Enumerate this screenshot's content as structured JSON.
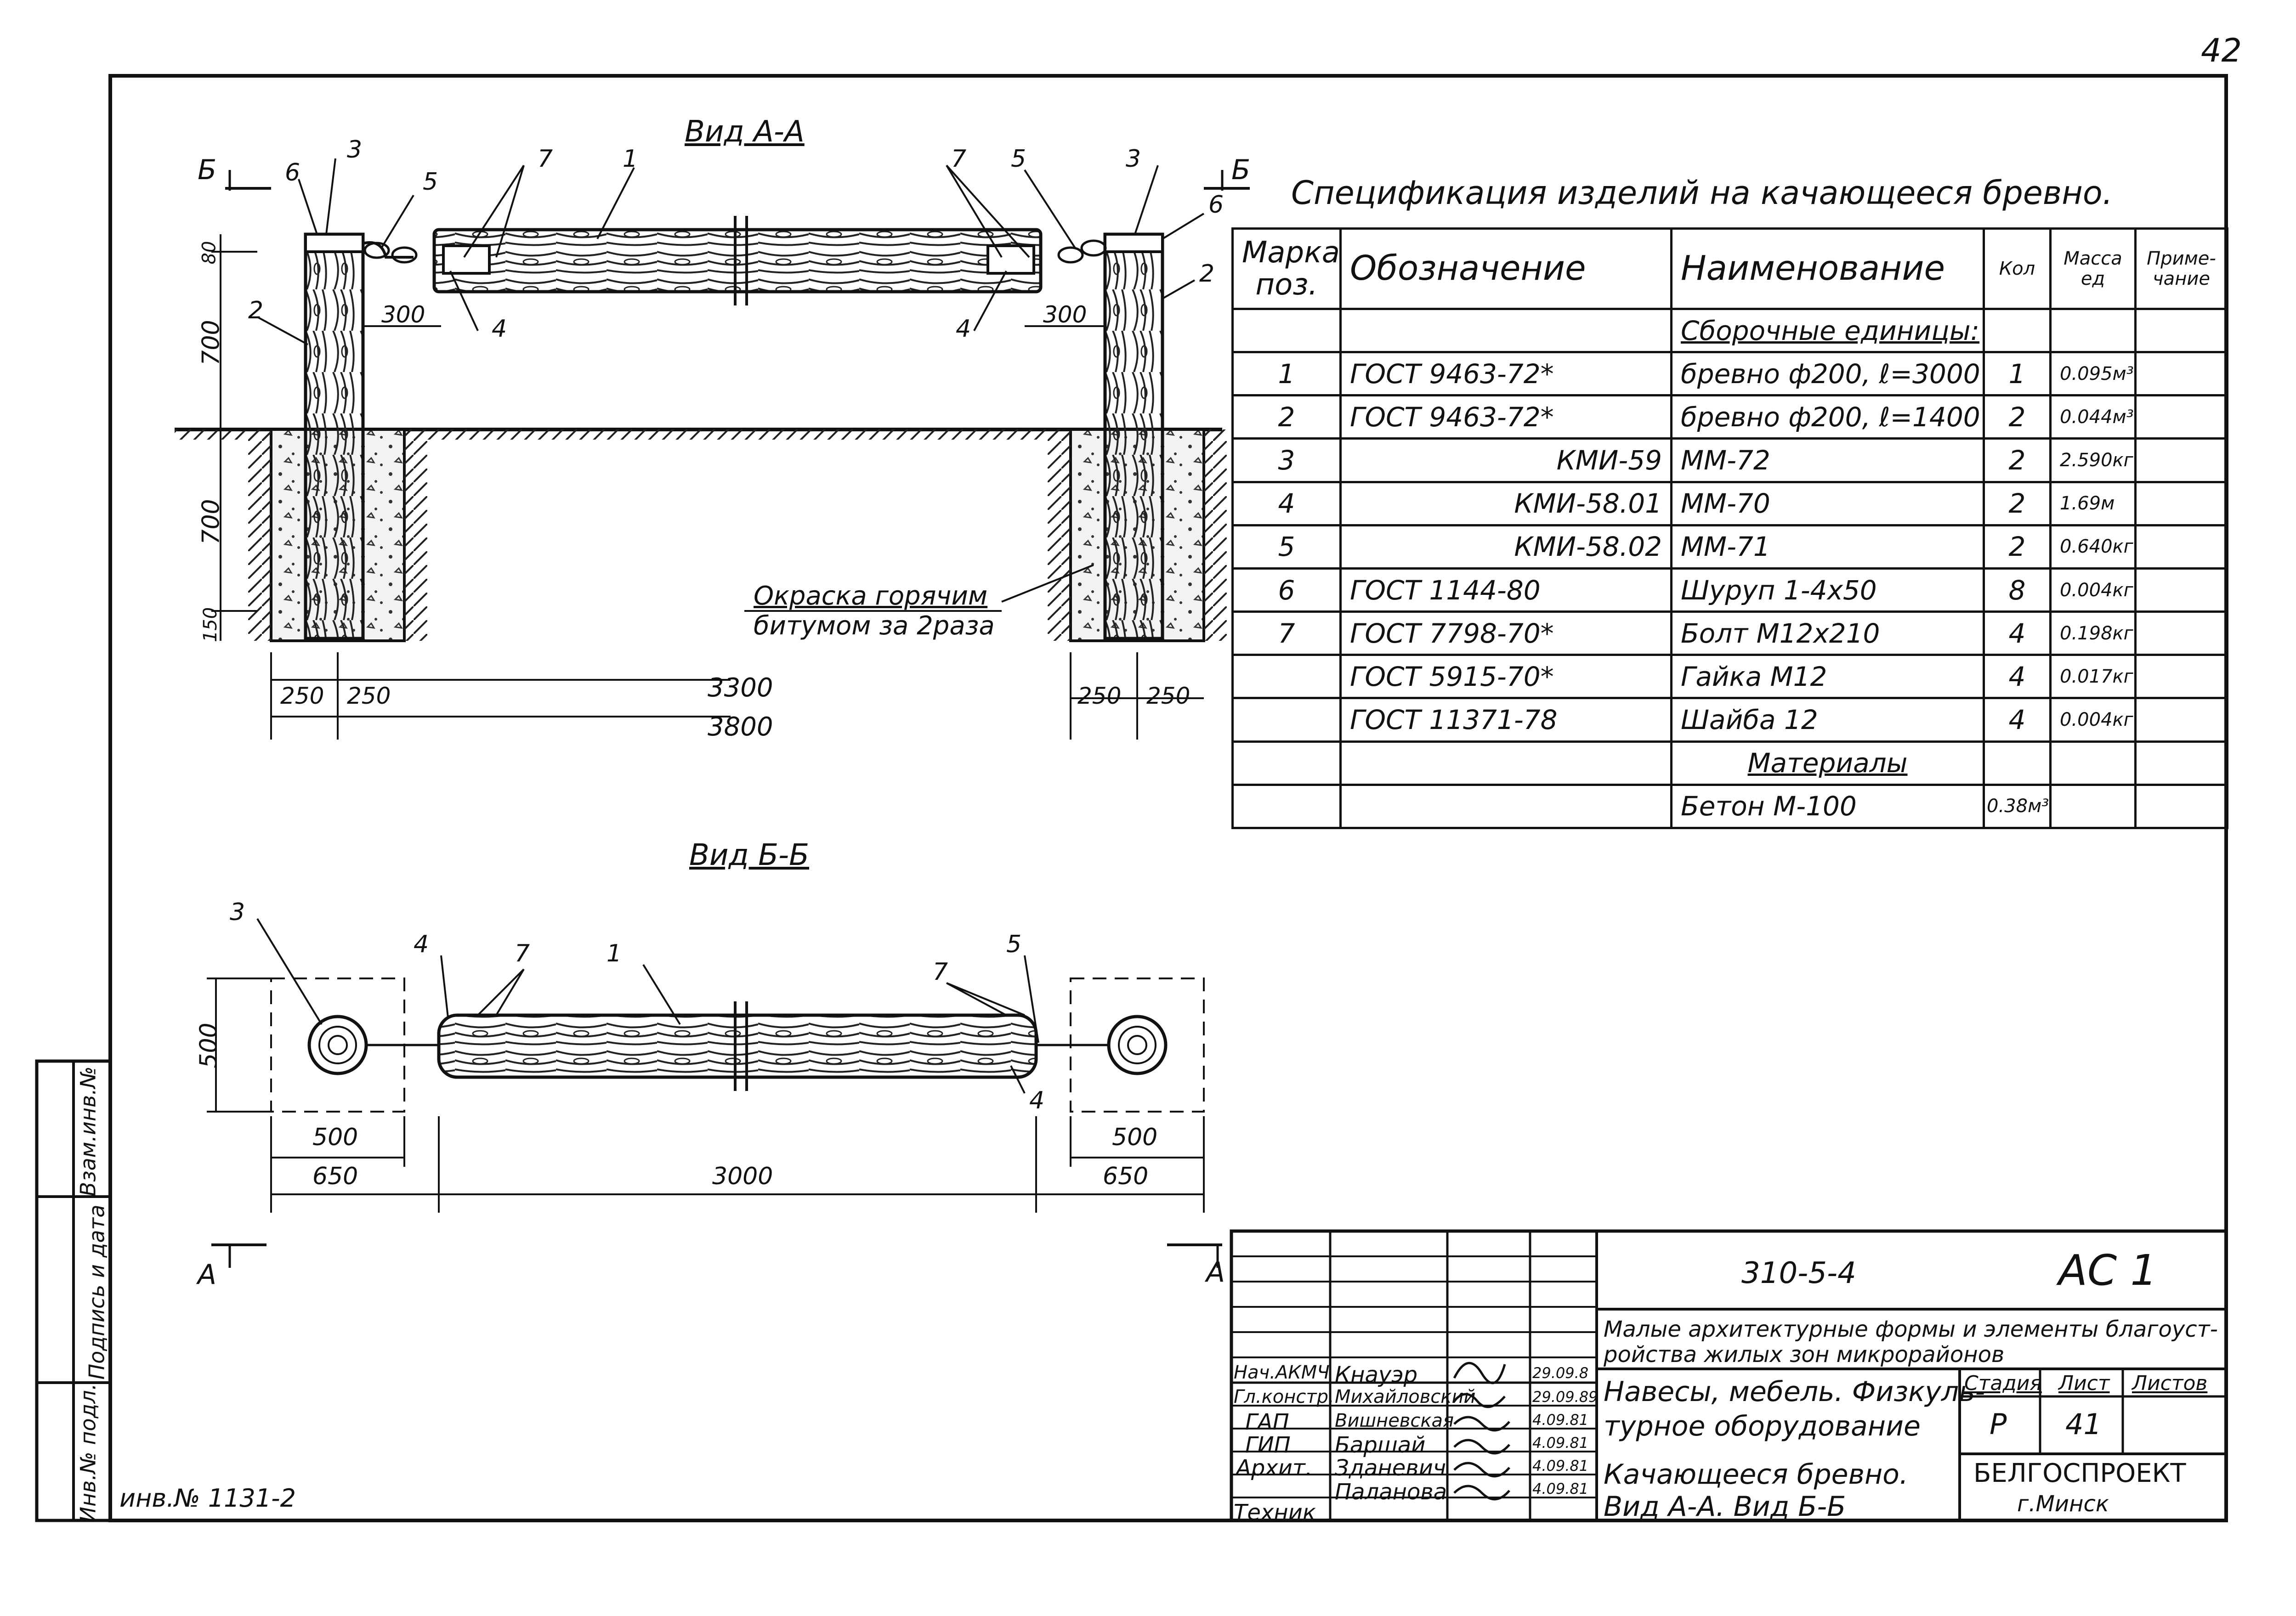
{
  "sheet_number": "42",
  "views": {
    "aa_title": "Вид А-А",
    "bb_title": "Вид Б-Б",
    "section_letters": {
      "b": "Б",
      "a": "А"
    },
    "aa_dims": {
      "d80": "80",
      "d700a": "700",
      "d700b": "700",
      "d150": "150",
      "d300l": "300",
      "d300r": "300",
      "d250a": "250",
      "d250b": "250",
      "d250c": "250",
      "d250d": "250",
      "d3300": "3300",
      "d3800": "3800"
    },
    "aa_callouts": {
      "n1": "1",
      "n2l": "2",
      "n2r": "2",
      "n3l": "3",
      "n3r": "3",
      "n4l": "4",
      "n4r": "4",
      "n5l": "5",
      "n5r": "5",
      "n6l": "6",
      "n6r": "6",
      "n7l": "7",
      "n7r": "7"
    },
    "aa_note_line1": "Окраска горячим",
    "aa_note_line2": "битумом за 2раза",
    "bb_dims": {
      "d500v": "500",
      "d500l": "500",
      "d500r": "500",
      "d650l": "650",
      "d3000": "3000",
      "d650r": "650"
    },
    "bb_callouts": {
      "n1": "1",
      "n3": "3",
      "n4l": "4",
      "n4r": "4",
      "n5": "5",
      "n7l": "7",
      "n7r": "7"
    }
  },
  "specification": {
    "title": "Спецификация изделий на качающееся бревно.",
    "headers": [
      "Марка, поз.",
      "Обозначение",
      "Наименование",
      "Кол",
      "Масса ед",
      "Приме- чание"
    ],
    "section_assembly": "Сборочные единицы:",
    "rows": [
      {
        "pos": "1",
        "designation": "ГОСТ 9463-72*",
        "name": "бревно ф200, ℓ=3000",
        "qty": "1",
        "mass": "0.095м³",
        "note": ""
      },
      {
        "pos": "2",
        "designation": "ГОСТ 9463-72*",
        "name": "бревно ф200, ℓ=1400",
        "qty": "2",
        "mass": "0.044м³",
        "note": ""
      },
      {
        "pos": "3",
        "designation": "КМИ-59",
        "name": "ММ-72",
        "qty": "2",
        "mass": "2.590кг",
        "note": ""
      },
      {
        "pos": "4",
        "designation": "КМИ-58.01",
        "name": "ММ-70",
        "qty": "2",
        "mass": "1.69м",
        "note": ""
      },
      {
        "pos": "5",
        "designation": "КМИ-58.02",
        "name": "ММ-71",
        "qty": "2",
        "mass": "0.640кг",
        "note": ""
      },
      {
        "pos": "6",
        "designation": "ГОСТ 1144-80",
        "name": "Шуруп 1-4х50",
        "qty": "8",
        "mass": "0.004кг",
        "note": ""
      },
      {
        "pos": "7",
        "designation": "ГОСТ 7798-70*",
        "name": "Болт М12х210",
        "qty": "4",
        "mass": "0.198кг",
        "note": ""
      },
      {
        "pos": "",
        "designation": "ГОСТ 5915-70*",
        "name": "Гайка М12",
        "qty": "4",
        "mass": "0.017кг",
        "note": ""
      },
      {
        "pos": "",
        "designation": "ГОСТ 11371-78",
        "name": "Шайба 12",
        "qty": "4",
        "mass": "0.004кг",
        "note": ""
      }
    ],
    "section_materials": "Материалы",
    "material_row": {
      "pos": "",
      "designation": "",
      "name": "Бетон М-100",
      "qty": "0.38м³",
      "mass": "",
      "note": ""
    }
  },
  "side_stamp": {
    "inv_podl": "Инв.№ подл.",
    "podpis_data": "Подпись и дата",
    "vzam_inv": "Взам.инв.№",
    "inv_number": "инв.№ 1131-2"
  },
  "title_block": {
    "doc_code": "310-5-4",
    "sheet_code": "АС 1",
    "project_line1": "Малые архитектурные формы и элементы благоуст-",
    "project_line2": "ройства жилых зон микрорайонов",
    "section_line1": "Навесы, мебель. Физкуль-",
    "section_line2": "турное оборудование",
    "sheet_line1": "Качающееся бревно.",
    "sheet_line2": "Вид А-А. Вид Б-Б",
    "stage_label": "Стадия",
    "sheet_label": "Лист",
    "sheets_label": "Листов",
    "stage_value": "Р",
    "sheet_value": "41",
    "sheets_value": "",
    "org_line1": "БЕЛГОСПРОЕКТ",
    "org_line2": "г.Минск",
    "signatures": [
      {
        "role": "Нач.АКМЧ",
        "name": "Кнауэр",
        "date": "29.09.8"
      },
      {
        "role": "Гл.констр.",
        "name": "Михайловский",
        "date": "29.09.89"
      },
      {
        "role": "ГАП",
        "name": "Вишневская",
        "date": "4.09.81"
      },
      {
        "role": "ГИП",
        "name": "Баршай",
        "date": "4.09.81"
      },
      {
        "role": "Архит.",
        "name": "Зданевич",
        "date": "4.09.81"
      },
      {
        "role": "Техник",
        "name": "Паланова",
        "date": "4.09.81"
      }
    ]
  },
  "colors": {
    "ink": "#111111",
    "paper": "#ffffff",
    "wood_fill": "#f4f1ea",
    "ground_fill": "#ececec"
  }
}
